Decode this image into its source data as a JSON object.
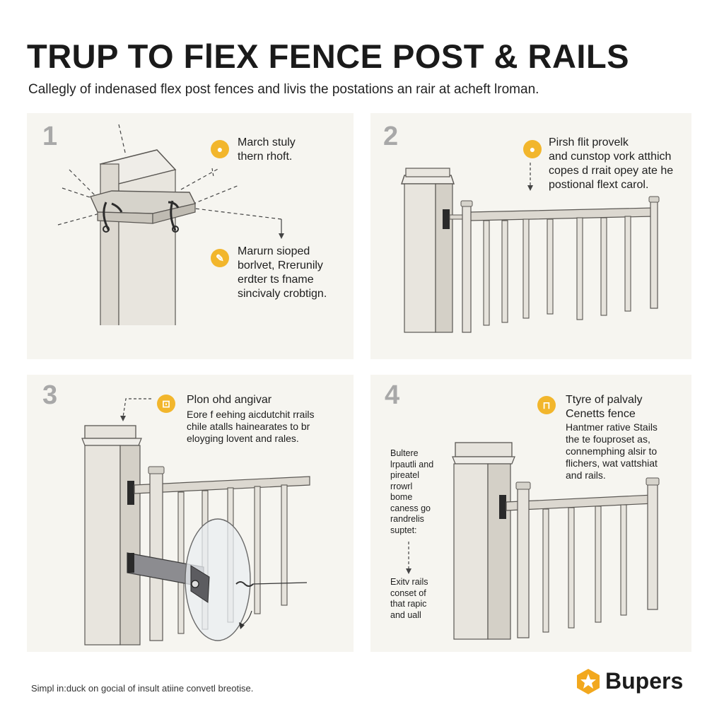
{
  "header": {
    "title": "TRUP TO FlEX FENCE POST & RAILS",
    "subtitle": "Callegly of indenased flex post fences and livis the postations an rair at acheft lroman."
  },
  "panels": [
    {
      "number": "1",
      "notes": [
        {
          "text": "March stuly\nthern rhoft.",
          "icon": "bulb-icon"
        },
        {
          "text": "Marurn sioped\nborlvet, Rrerunily\nerdter ts fname\nsincivaly crobtign.",
          "icon": "wrench-icon"
        }
      ]
    },
    {
      "number": "2",
      "notes": [
        {
          "text": "Pirsh flit provelk\nand cunstop vork atthich\ncopes d rrait opey ate he\npostional flext carol.",
          "icon": "bulb-icon"
        }
      ]
    },
    {
      "number": "3",
      "notes": [
        {
          "text": "Plon ohd angivar",
          "icon": "tool-icon"
        },
        {
          "text": "Eore f eehing aicdutchit rrails\nchile atalls hainearates to br\neloyging lovent and rales."
        }
      ]
    },
    {
      "number": "4",
      "notes": [
        {
          "text": "Ttyre of palvaly\nCenetts fence",
          "icon": "gate-icon"
        },
        {
          "text": "Hantmer rative Stails\nthe te fouproset as,\nconnemphing alsir to\nflichers, wat vattshiat\nand rails."
        }
      ],
      "side_notes": [
        "Bultere\nlrpautli and\npireatel\nrrowrl\nbome\ncaness go\nrandrelis\nsuptet:",
        "Exitv rails\nconset of\nthat rapic\nand uall"
      ]
    }
  ],
  "footer": {
    "caption": "Simpl in:duck on gocial of insult atiine convetl breotise.",
    "brand": "Bupers"
  },
  "colors": {
    "panel_bg": "#f6f5f0",
    "accent": "#f2b62c",
    "post_fill": "#e6e3dc",
    "outline": "#5a5753"
  }
}
